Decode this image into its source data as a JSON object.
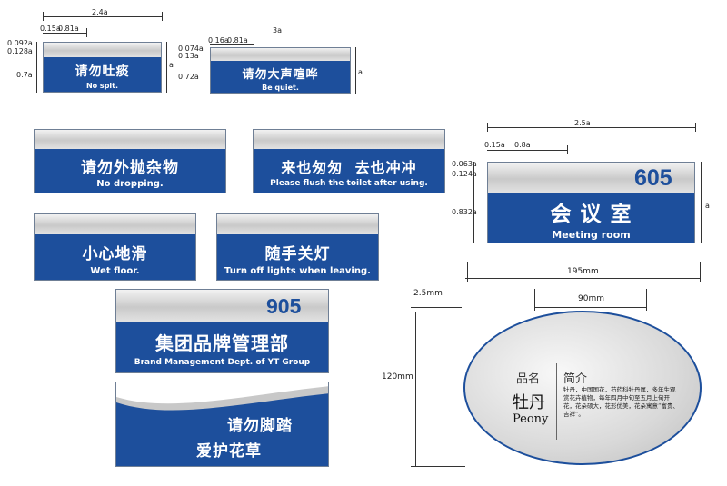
{
  "dims": {
    "d1_w": "2.4a",
    "d1_a": "0.15a",
    "d1_b": "0.81a",
    "d1_c": "0.092a",
    "d1_d": "0.128a",
    "d1_e": "0.7a",
    "d1_f": "a",
    "d2_w": "3a",
    "d2_a": "0.16a",
    "d2_b": "0.81a",
    "d2_c": "0.074a",
    "d2_d": "0.13a",
    "d2_e": "0.72a",
    "d2_f": "a",
    "d3_w": "2.5a",
    "d3_a": "0.15a",
    "d3_b": "0.8a",
    "d3_c": "0.063a",
    "d3_d": "0.124a",
    "d3_e": "0.832a",
    "d3_f": "a",
    "oval_w": "195mm",
    "oval_in": "90mm",
    "oval_t": "2.5mm",
    "oval_h": "120mm"
  },
  "signs": {
    "nospit_zh": "请勿吐痰",
    "nospit_en": "No spit.",
    "quiet_zh": "请勿大声喧哗",
    "quiet_en": "Be quiet.",
    "drop_zh": "请勿外抛杂物",
    "drop_en": "No dropping.",
    "flush_zh": "来也匆匆  去也冲冲",
    "flush_en": "Please flush the toilet after using.",
    "meeting_num": "605",
    "meeting_zh": "会 议 室",
    "meeting_en": "Meeting room",
    "wet_zh": "小心地滑",
    "wet_en": "Wet floor.",
    "lights_zh": "随手关灯",
    "lights_en": "Turn off lights when leaving.",
    "brand_num": "905",
    "brand_zh": "集团品牌管理部",
    "brand_en": "Brand Management Dept. of YT Group",
    "grass_l1": "请勿脚踏",
    "grass_l2": "爱护花草"
  },
  "plant": {
    "label_name": "品名",
    "label_intro": "简介",
    "name_zh": "牡丹",
    "name_en": "Peony",
    "intro": "牡丹，中国国花，芍药科牡丹属，多年生观赏花卉植物，每年四月中旬至五月上旬开花，花朵硕大，花形优美，花朵寓意“富贵、吉祥”。"
  }
}
